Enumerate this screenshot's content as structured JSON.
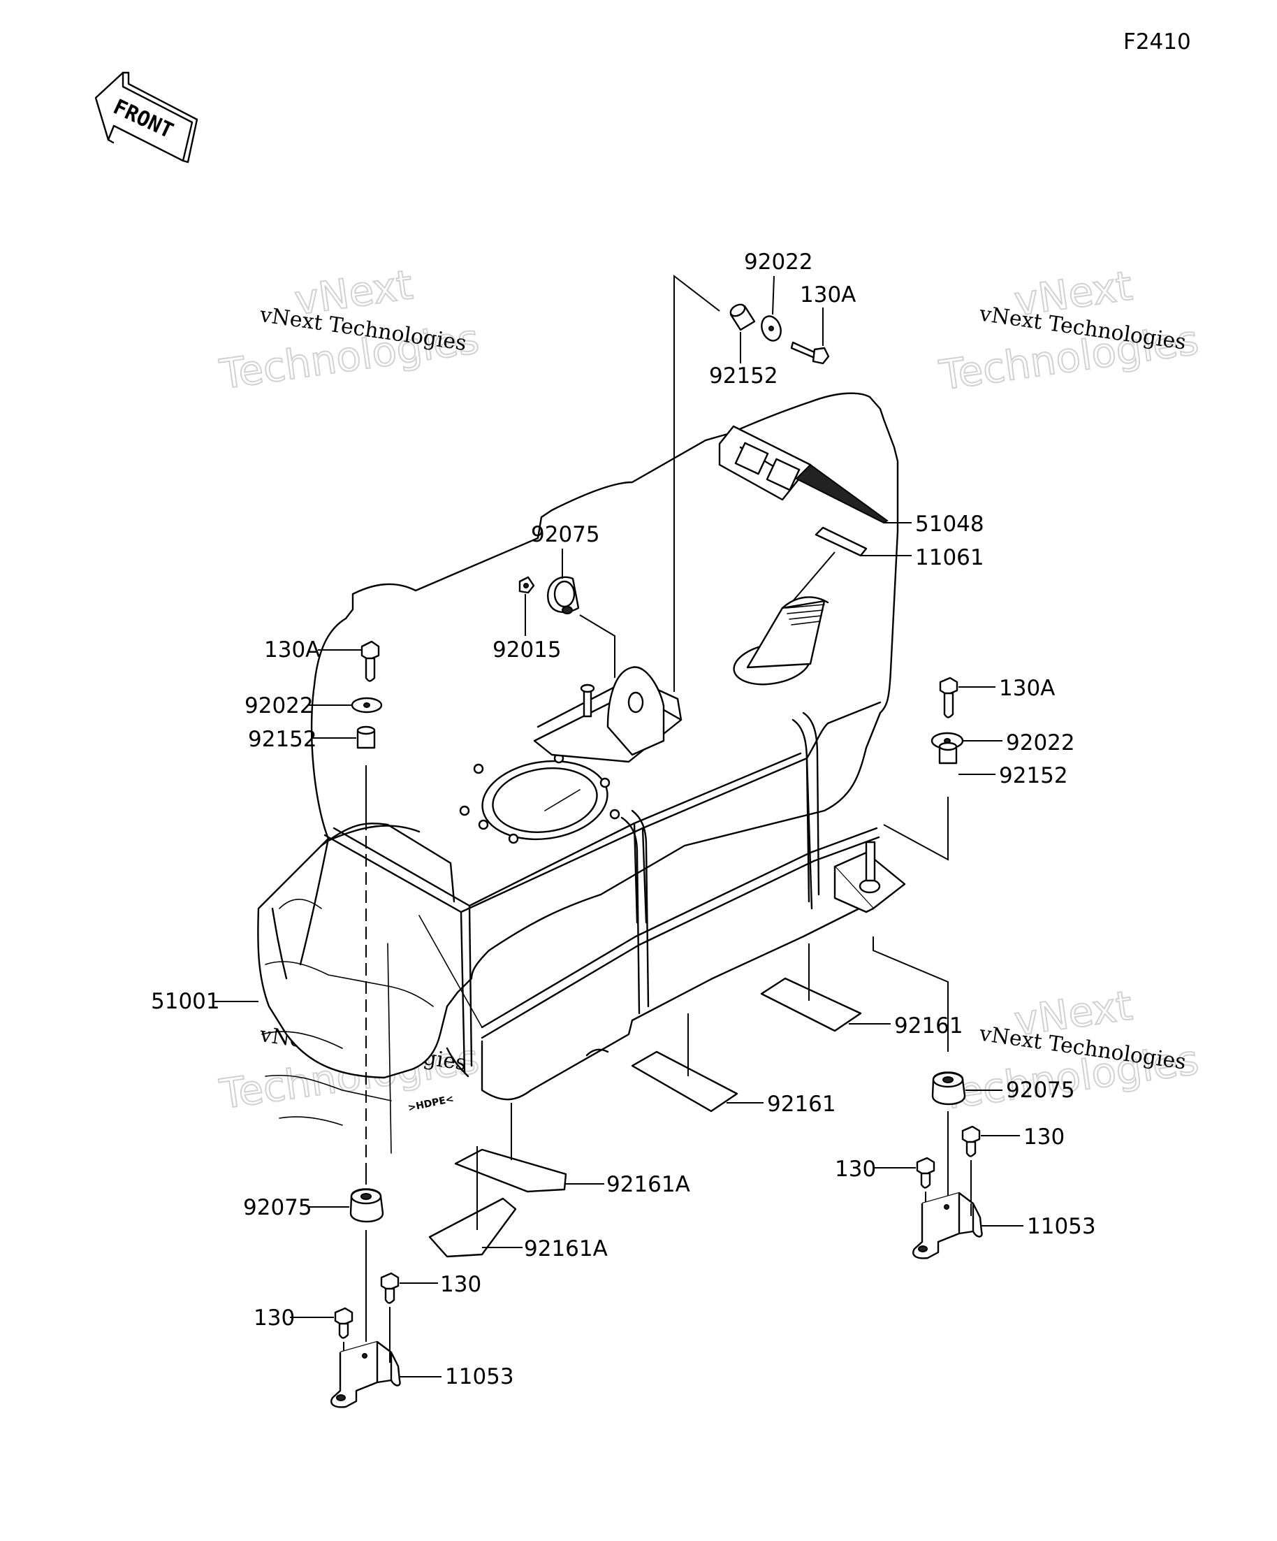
{
  "diagram_code": "F2410",
  "front_label": "FRONT",
  "watermark": {
    "line1": "vNext Technologies",
    "line2": "vNext",
    "line3": "Technologies"
  },
  "tank_mark": ">HDPE<",
  "callouts": {
    "c92022_top": "92022",
    "c130A_top": "130A",
    "c92152_top": "92152",
    "c51048": "51048",
    "c11061": "11061",
    "c92075_top": "92075",
    "c92015": "92015",
    "c130A_left": "130A",
    "c92022_left": "92022",
    "c92152_left": "92152",
    "c130A_right": "130A",
    "c92022_right": "92022",
    "c92152_right": "92152",
    "c51001": "51001",
    "c92161_right": "92161",
    "c92161_mid": "92161",
    "c92161A_a": "92161A",
    "c92161A_b": "92161A",
    "c92075_left": "92075",
    "c92075_right": "92075",
    "c130_r1": "130",
    "c130_r2": "130",
    "c11053_right": "11053",
    "c130_l1": "130",
    "c130_l2": "130",
    "c11053_left": "11053"
  }
}
